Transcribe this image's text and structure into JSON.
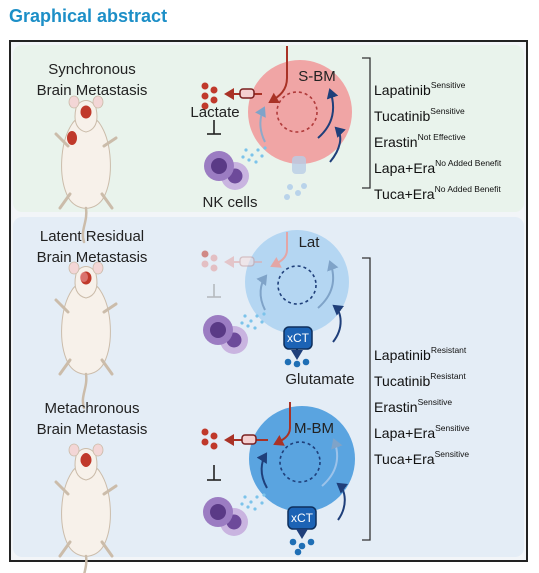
{
  "heading": "Graphical abstract",
  "rows": [
    {
      "id": "synchronous",
      "title_line1": "Synchronous",
      "title_line2": "Brain Metastasis",
      "cell_label": "S-BM",
      "metabolite_label": "Lactate",
      "immune_label": "NK cells"
    },
    {
      "id": "latent",
      "title_line1": "Latent Residual",
      "title_line2": "Brain Metastasis",
      "cell_label": "Lat",
      "transporter_label": "xCT",
      "metabolite_label": "Glutamate"
    },
    {
      "id": "metachronous",
      "title_line1": "Metachronous",
      "title_line2": "Brain Metastasis",
      "cell_label": "M-BM",
      "transporter_label": "xCT"
    }
  ],
  "drug_groups": [
    {
      "id": "synchronous",
      "items": [
        {
          "drug": "Lapatinib",
          "response": "Sensitive"
        },
        {
          "drug": "Tucatinib",
          "response": "Sensitive"
        },
        {
          "drug": "Erastin",
          "response": "Not Effective"
        },
        {
          "drug": "Lapa+Era",
          "response": "No Added Benefit"
        },
        {
          "drug": "Tuca+Era",
          "response": "No Added Benefit"
        }
      ]
    },
    {
      "id": "latent-metachronous",
      "items": [
        {
          "drug": "Lapatinib",
          "response": "Resistant"
        },
        {
          "drug": "Tucatinib",
          "response": "Resistant"
        },
        {
          "drug": "Erastin",
          "response": "Sensitive"
        },
        {
          "drug": "Lapa+Era",
          "response": "Sensitive"
        },
        {
          "drug": "Tuca+Era",
          "response": "Sensitive"
        }
      ]
    }
  ],
  "colors": {
    "heading": "#1d8fc7",
    "s_bm_cell": "#f0a5a5",
    "lat_cell": "#b4d6f2",
    "m_bm_cell": "#5aa4e0",
    "lactate": "#c0392b",
    "glutamate": "#1f6fb5",
    "nk_cell": "#7e57a8"
  },
  "icons": [
    "mouse-icon",
    "tumor-cell-icon",
    "nk-cell-icon",
    "transporter-icon",
    "inhibition-icon"
  ]
}
